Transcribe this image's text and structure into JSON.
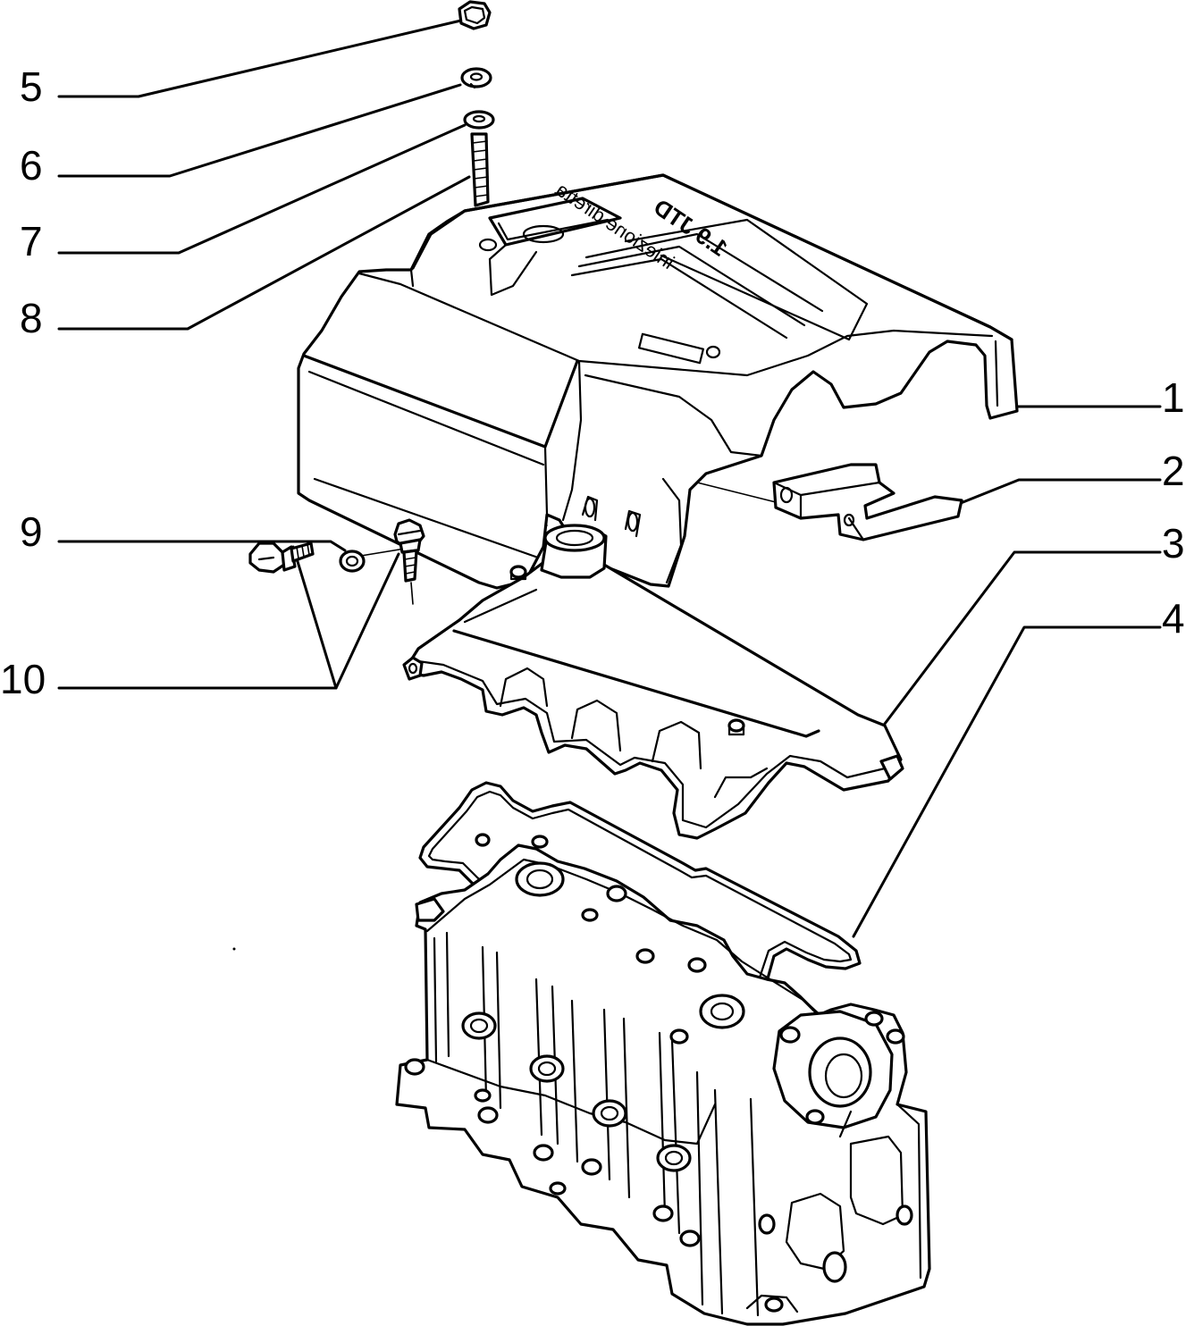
{
  "diagram": {
    "callouts": [
      {
        "id": "c1",
        "label": "1"
      },
      {
        "id": "c2",
        "label": "2"
      },
      {
        "id": "c3",
        "label": "3"
      },
      {
        "id": "c4",
        "label": "4"
      },
      {
        "id": "c5",
        "label": "5"
      },
      {
        "id": "c6",
        "label": "6"
      },
      {
        "id": "c7",
        "label": "7"
      },
      {
        "id": "c8",
        "label": "8"
      },
      {
        "id": "c9",
        "label": "9"
      },
      {
        "id": "c10",
        "label": "10"
      }
    ],
    "cover_text": {
      "brand": "1.9 JTD",
      "caption": "iniezione diretta"
    }
  }
}
